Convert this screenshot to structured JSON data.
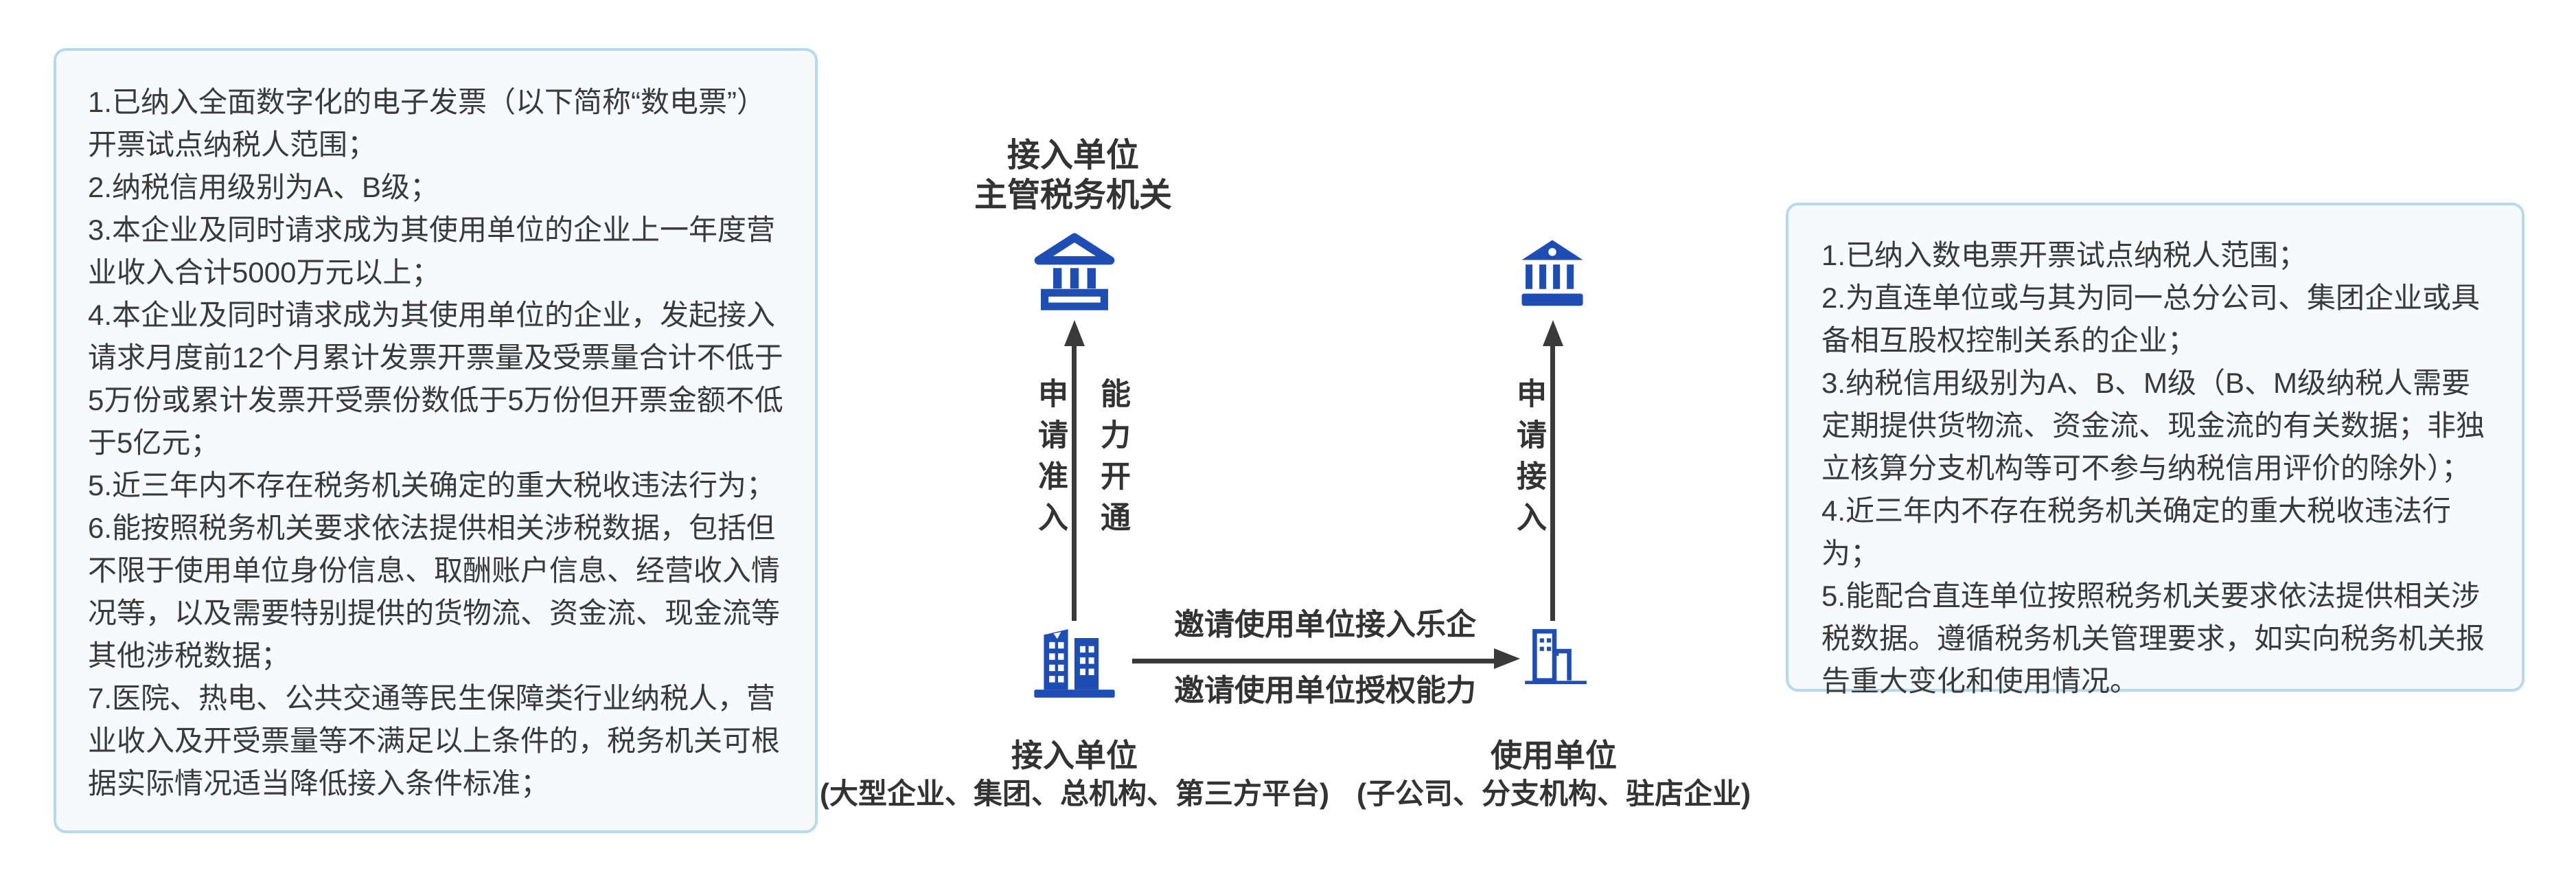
{
  "colors": {
    "icon_blue": "#1e4db3",
    "arrow": "#3a3a3a",
    "text": "#333333",
    "panel_border": "#b5daee",
    "panel_bg": "#f7fafd"
  },
  "icons": {
    "authority_left": "bank-outline-icon",
    "authority_right": "bank-filled-icon",
    "access_unit": "office-buildings-icon",
    "user_unit": "building-outline-icon"
  },
  "left_panel": {
    "items": [
      "1.已纳入全面数字化的电子发票（以下简称“数电票”）开票试点纳税人范围；",
      "2.纳税信用级别为A、B级；",
      "3.本企业及同时请求成为其使用单位的企业上一年度营业收入合计5000万元以上；",
      "4.本企业及同时请求成为其使用单位的企业，发起接入请求月度前12个月累计发票开票量及受票量合计不低于5万份或累计发票开受票份数低于5万份但开票金额不低于5亿元；",
      "5.近三年内不存在税务机关确定的重大税收违法行为；",
      "6.能按照税务机关要求依法提供相关涉税数据，包括但不限于使用单位身份信息、取酬账户信息、经营收入情况等，以及需要特别提供的货物流、资金流、现金流等其他涉税数据；",
      "7.医院、热电、公共交通等民生保障类行业纳税人，营业收入及开受票量等不满足以上条件的，税务机关可根据实际情况适当降低接入条件标准；"
    ]
  },
  "right_panel": {
    "items": [
      "1.已纳入数电票开票试点纳税人范围；",
      "2.为直连单位或与其为同一总分公司、集团企业或具备相互股权控制关系的企业；",
      "3.纳税信用级别为A、B、M级（B、M级纳税人需要定期提供货物流、资金流、现金流的有关数据；非独立核算分支机构等可不参与纳税信用评价的除外）；",
      "4.近三年内不存在税务机关确定的重大税收违法行为；",
      "5.能配合直连单位按照税务机关要求依法提供相关涉税数据。遵循税务机关管理要求，如实向税务机关报告重大变化和使用情况。"
    ]
  },
  "diagram": {
    "authority_title_line1": "接入单位",
    "authority_title_line2": "主管税务机关",
    "apply_access_label": "申请准入",
    "capability_label": "能力开通",
    "apply_join_label": "申请接入",
    "invite_join_label": "邀请使用单位接入乐企",
    "invite_authorize_label": "邀请使用单位授权能力",
    "access_unit": {
      "name": "接入单位",
      "desc": "(大型企业、集团、总机构、第三方平台)"
    },
    "user_unit": {
      "name": "使用单位",
      "desc": "(子公司、分支机构、驻店企业)"
    }
  }
}
